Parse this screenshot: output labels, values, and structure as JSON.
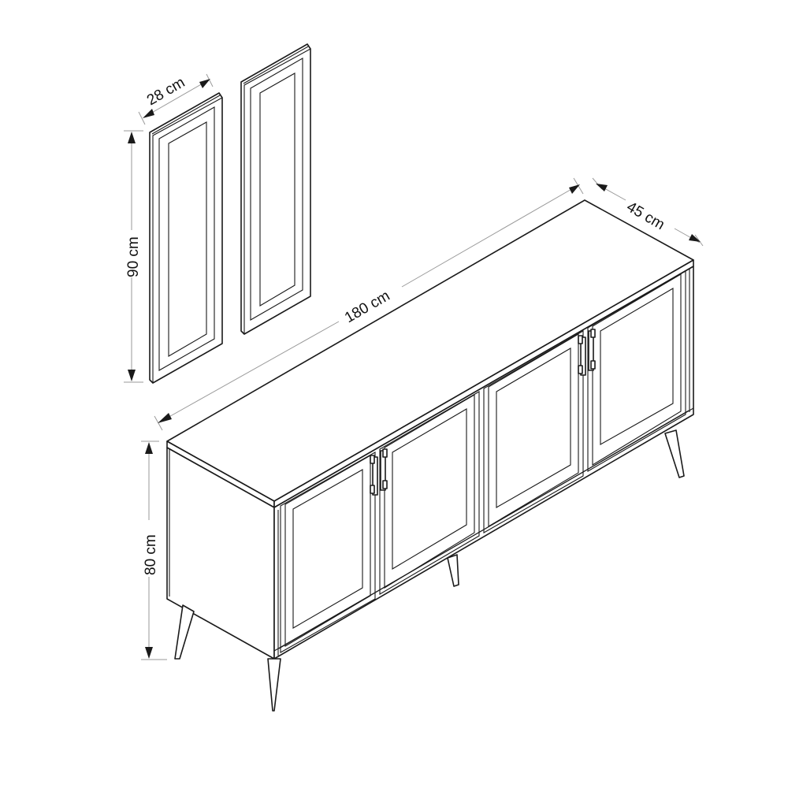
{
  "diagram": {
    "subject": "Sideboard cabinet with two wall panels",
    "dimensions": {
      "panel_width": "28 cm",
      "panel_height": "90 cm",
      "cabinet_width": "180 cm",
      "cabinet_depth": "45 cm",
      "cabinet_height": "80 cm"
    },
    "components": {
      "wall_panels": 2,
      "cabinet_doors": 4,
      "door_handles": 2,
      "legs": 4
    },
    "colors": {
      "line": "#1a1a1a",
      "dimension_line": "#9a9a9a",
      "background": "#ffffff"
    }
  }
}
